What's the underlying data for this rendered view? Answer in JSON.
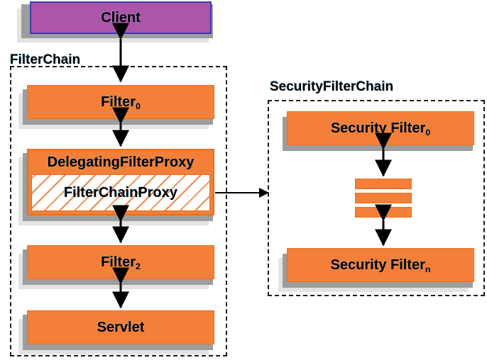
{
  "diagram": {
    "title": "Spring Security FilterChain / SecurityFilterChain",
    "colors": {
      "node_fill": "#f47f38",
      "node_border": "#e8701f",
      "client_fill": "#ad55a8",
      "client_border": "#3b3bb0",
      "shadow_dark": "#9d9d9d",
      "shadow_light": "#e3e3e3",
      "group_border": "#1a1a1a",
      "text": "#000000",
      "hatch_stripe": "#f08a4b"
    }
  },
  "client": {
    "label": "Client"
  },
  "filter_chain": {
    "group_label": "FilterChain",
    "nodes": [
      {
        "label": "Filter",
        "sub": "0"
      },
      {
        "label": "DelegatingFilterProxy",
        "sub": ""
      },
      {
        "label": "FilterChainProxy",
        "sub": ""
      },
      {
        "label": "Filter",
        "sub": "2"
      },
      {
        "label": "Servlet",
        "sub": ""
      }
    ]
  },
  "security_filter_chain": {
    "group_label": "SecurityFilterChain",
    "nodes": [
      {
        "label": "Security Filter",
        "sub": "0"
      },
      {
        "label": "Security Filter",
        "sub": "n"
      }
    ],
    "ellipsis_bars": 3
  },
  "connections": [
    {
      "from": "Client",
      "to": "Filter0",
      "kind": "bidirectional"
    },
    {
      "from": "Filter0",
      "to": "DelegatingFilterProxy",
      "kind": "bidirectional"
    },
    {
      "from": "DelegatingFilterProxy",
      "to": "Filter2",
      "kind": "bidirectional"
    },
    {
      "from": "Filter2",
      "to": "Servlet",
      "kind": "bidirectional"
    },
    {
      "from": "FilterChainProxy",
      "to": "SecurityFilterChain",
      "kind": "directional"
    },
    {
      "from": "SecurityFilter0",
      "to": "Ellipsis",
      "kind": "bidirectional"
    },
    {
      "from": "Ellipsis",
      "to": "SecurityFiltern",
      "kind": "bidirectional"
    }
  ]
}
